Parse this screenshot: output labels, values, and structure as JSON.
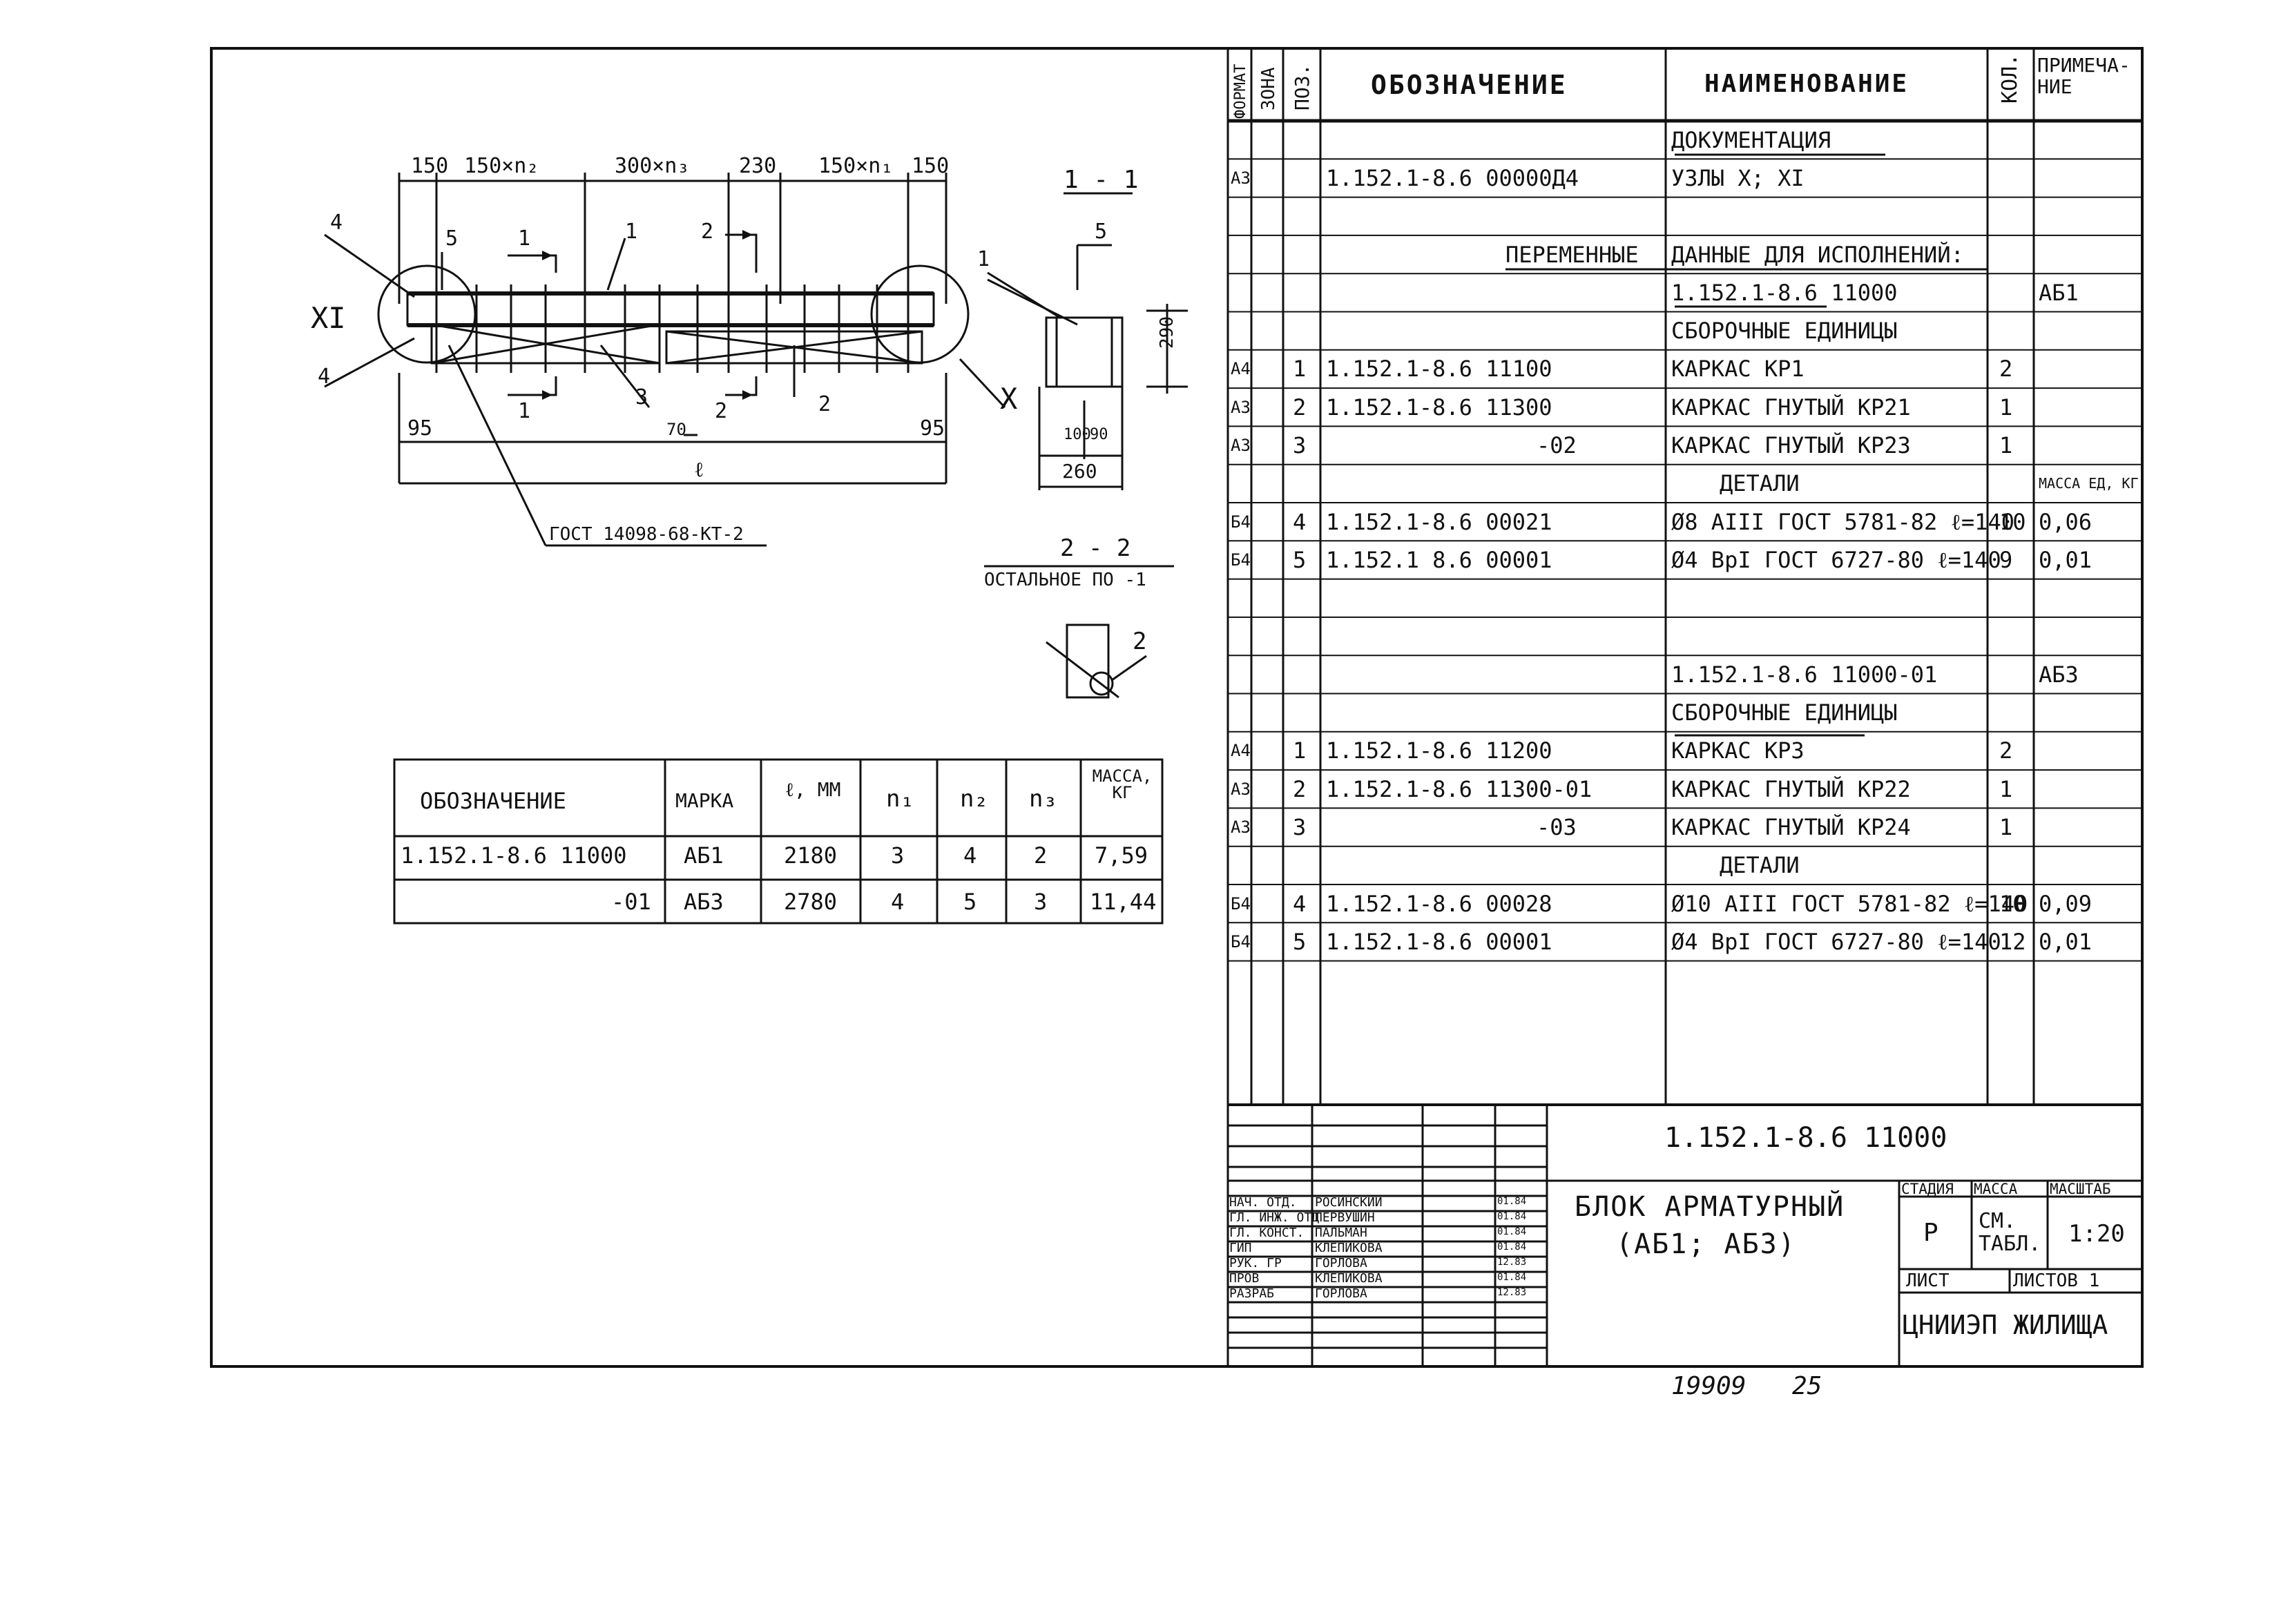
{
  "drawing": {
    "dims_top": [
      "150",
      "150×n₂",
      "300×n₃",
      "230",
      "150×n₁",
      "150"
    ],
    "dims_bottom": [
      "95",
      "70",
      "ℓ",
      "95"
    ],
    "positions": [
      "4",
      "5",
      "1",
      "1",
      "2",
      "4",
      "3",
      "1",
      "2",
      "2"
    ],
    "nodes": {
      "left": "XI",
      "right": "X"
    },
    "gost_note": "ГОСТ 14098-68-КТ-2",
    "section_1": {
      "title": "1 - 1",
      "pos_a": "1",
      "pos_b": "5",
      "dim_height": "290",
      "dim_a": "100",
      "dim_b": "90",
      "dim_width": "260"
    },
    "section_2": {
      "title": "2 - 2",
      "subtitle": "ОСТАЛЬНОЕ ПО -1",
      "pos": "2"
    }
  },
  "mark_table": {
    "headers": [
      "ОБОЗНАЧЕНИЕ",
      "МАРКА",
      "ℓ, ММ",
      "n₁",
      "n₂",
      "n₃",
      "МАССА, КГ"
    ],
    "rows": [
      [
        "1.152.1-8.6 11000",
        "АБ1",
        "2180",
        "3",
        "4",
        "2",
        "7,59"
      ],
      [
        "-01",
        "АБ3",
        "2780",
        "4",
        "5",
        "3",
        "11,44"
      ]
    ]
  },
  "spec": {
    "headers": {
      "format": "ФОРМАТ",
      "zone": "ЗОНА",
      "pos": "ПОЗ.",
      "designation": "ОБОЗНАЧЕНИЕ",
      "name": "НАИМЕНОВАНИЕ",
      "qty": "КОЛ.",
      "note": "ПРИМЕЧА- НИЕ"
    },
    "rows": [
      {
        "fmt": "",
        "zone": "",
        "pos": "",
        "des": "",
        "name": "ДОКУМЕНТАЦИЯ",
        "qty": "",
        "note": ""
      },
      {
        "fmt": "А3",
        "zone": "",
        "pos": "",
        "des": "1.152.1-8.6 00000Д4",
        "name": "УЗЛЫ X; XI",
        "qty": "",
        "note": ""
      },
      {
        "fmt": "",
        "zone": "",
        "pos": "",
        "des": "",
        "name": "",
        "qty": "",
        "note": ""
      },
      {
        "fmt": "",
        "zone": "",
        "pos": "",
        "des": "ПЕРЕМЕННЫЕ",
        "name": "ДАННЫЕ ДЛЯ ИСПОЛНЕНИЙ:",
        "qty": "",
        "note": ""
      },
      {
        "fmt": "",
        "zone": "",
        "pos": "",
        "des": "",
        "name": "1.152.1-8.6 11000",
        "qty": "",
        "note": "АБ1"
      },
      {
        "fmt": "",
        "zone": "",
        "pos": "",
        "des": "",
        "name": "СБОРОЧНЫЕ ЕДИНИЦЫ",
        "qty": "",
        "note": ""
      },
      {
        "fmt": "А4",
        "zone": "",
        "pos": "1",
        "des": "1.152.1-8.6 11100",
        "name": "КАРКАС КР1",
        "qty": "2",
        "note": ""
      },
      {
        "fmt": "А3",
        "zone": "",
        "pos": "2",
        "des": "1.152.1-8.6 11300",
        "name": "КАРКАС ГНУТЫЙ КР21",
        "qty": "1",
        "note": ""
      },
      {
        "fmt": "А3",
        "zone": "",
        "pos": "3",
        "des": "-02",
        "name": "КАРКАС ГНУТЫЙ КР23",
        "qty": "1",
        "note": ""
      },
      {
        "fmt": "",
        "zone": "",
        "pos": "",
        "des": "",
        "name": "ДЕТАЛИ",
        "qty": "",
        "note": "МАССА ЕД, КГ"
      },
      {
        "fmt": "Б4",
        "zone": "",
        "pos": "4",
        "des": "1.152.1-8.6 00021",
        "name": "Ø8 AIII ГОСТ 5781-82 ℓ=140",
        "qty": "10",
        "note": "0,06"
      },
      {
        "fmt": "Б4",
        "zone": "",
        "pos": "5",
        "des": "1.152.1 8.6 00001",
        "name": "Ø4 BpI ГОСТ 6727-80 ℓ=140",
        "qty": "9",
        "note": "0,01"
      },
      {
        "fmt": "",
        "zone": "",
        "pos": "",
        "des": "",
        "name": "",
        "qty": "",
        "note": ""
      },
      {
        "fmt": "",
        "zone": "",
        "pos": "",
        "des": "",
        "name": "",
        "qty": "",
        "note": ""
      },
      {
        "fmt": "",
        "zone": "",
        "pos": "",
        "des": "",
        "name": "1.152.1-8.6 11000-01",
        "qty": "",
        "note": "АБ3"
      },
      {
        "fmt": "",
        "zone": "",
        "pos": "",
        "des": "",
        "name": "СБОРОЧНЫЕ ЕДИНИЦЫ",
        "qty": "",
        "note": ""
      },
      {
        "fmt": "А4",
        "zone": "",
        "pos": "1",
        "des": "1.152.1-8.6 11200",
        "name": "КАРКАС КР3",
        "qty": "2",
        "note": ""
      },
      {
        "fmt": "А3",
        "zone": "",
        "pos": "2",
        "des": "1.152.1-8.6 11300-01",
        "name": "КАРКАС ГНУТЫЙ КР22",
        "qty": "1",
        "note": ""
      },
      {
        "fmt": "А3",
        "zone": "",
        "pos": "3",
        "des": "-03",
        "name": "КАРКАС ГНУТЫЙ КР24",
        "qty": "1",
        "note": ""
      },
      {
        "fmt": "",
        "zone": "",
        "pos": "",
        "des": "",
        "name": "ДЕТАЛИ",
        "qty": "",
        "note": ""
      },
      {
        "fmt": "Б4",
        "zone": "",
        "pos": "4",
        "des": "1.152.1-8.6 00028",
        "name": "Ø10 AIII ГОСТ 5781-82 ℓ=140",
        "qty": "10",
        "note": "0,09"
      },
      {
        "fmt": "Б4",
        "zone": "",
        "pos": "5",
        "des": "1.152.1-8.6 00001",
        "name": "Ø4 BpI ГОСТ 6727-80 ℓ=140",
        "qty": "12",
        "note": "0,01"
      },
      {
        "fmt": "",
        "zone": "",
        "pos": "",
        "des": "",
        "name": "",
        "qty": "",
        "note": ""
      }
    ]
  },
  "title_block": {
    "code": "1.152.1-8.6 11000",
    "title_line1": "БЛОК АРМАТУРНЫЙ",
    "title_line2": "(АБ1; АБ3)",
    "stage_label": "СТАДИЯ",
    "mass_label": "МАССА",
    "scale_label": "МАСШТАБ",
    "stage": "Р",
    "mass": "СМ. ТАБЛ.",
    "scale": "1:20",
    "sheet_label": "ЛИСТ",
    "sheets_label": "ЛИСТОВ 1",
    "org": "ЦНИИЭП ЖИЛИЩА",
    "signatures": [
      {
        "role": "НАЧ. ОТД.",
        "name": "РОСИНСКИЙ",
        "date": "01.84"
      },
      {
        "role": "ГЛ. ИНЖ. ОТД",
        "name": "ПЕРВУШИН",
        "date": "01.84"
      },
      {
        "role": "ГЛ. КОНСТ.",
        "name": "ПАЛЬМАН",
        "date": "01.84"
      },
      {
        "role": "ГИП",
        "name": "КЛЕПИКОВА",
        "date": "01.84"
      },
      {
        "role": "РУК. ГР",
        "name": "ГОРЛОВА",
        "date": "12.83"
      },
      {
        "role": "ПРОВ",
        "name": "КЛЕПИКОВА",
        "date": "01.84"
      },
      {
        "role": "РАЗРАБ",
        "name": "ГОРЛОВА",
        "date": "12.83"
      }
    ]
  },
  "footer": {
    "inventory": "19909",
    "page": "25"
  }
}
